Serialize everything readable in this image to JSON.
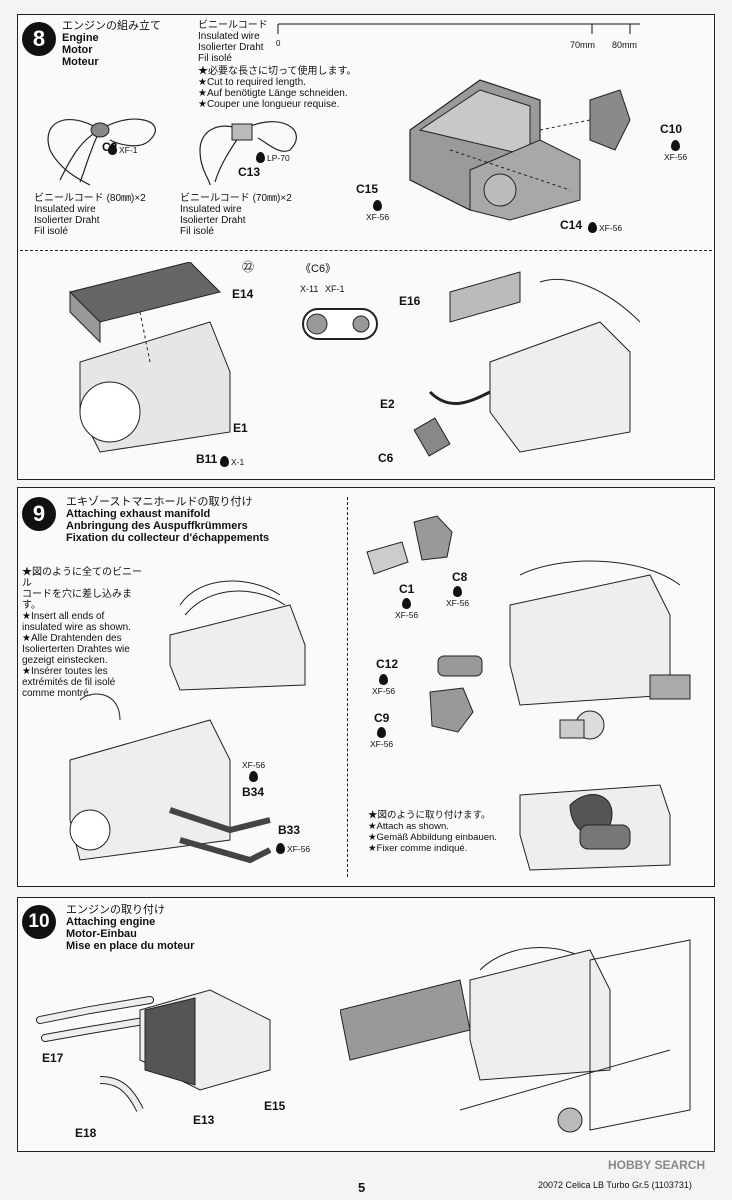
{
  "step8": {
    "number": "8",
    "title_jp": "エンジンの組み立て",
    "title_en": "Engine",
    "title_de": "Motor",
    "title_fr": "Moteur",
    "wire_title": [
      "ビニールコード",
      "Insulated wire",
      "Isolierter Draht",
      "Fil isolé"
    ],
    "ruler_zero": "0",
    "ruler_70": "70mm",
    "ruler_80": "80mm",
    "cut_notes": [
      "★必要な長さに切って使用します。",
      "★Cut to required length.",
      "★Auf benötigte Länge schneiden.",
      "★Couper une longueur requise."
    ],
    "c2": "C2",
    "c2_paint": "XF-1",
    "c13": "C13",
    "c13_paint": "LP-70",
    "wire80": [
      "ビニールコード (80㎜)×2",
      "Insulated wire",
      "Isolierter Draht",
      "Fil isolé"
    ],
    "wire70": [
      "ビニールコード (70㎜)×2",
      "Insulated wire",
      "Isolierter Draht",
      "Fil isolé"
    ],
    "c15": "C15",
    "c15_paint": "XF-56",
    "c10": "C10",
    "c10_paint": "XF-56",
    "c14": "C14",
    "c14_paint": "XF-56",
    "e14": "E14",
    "ref22": "㉒",
    "c6_title": "《C6》",
    "c6_p1": "X-11",
    "c6_p2": "XF-1",
    "e16": "E16",
    "e1": "E1",
    "e2": "E2",
    "c6": "C6",
    "b11": "B11",
    "b11_paint": "X-1"
  },
  "step9": {
    "number": "9",
    "title_jp": "エキゾーストマニホールドの取り付け",
    "title_en": "Attaching exhaust manifold",
    "title_de": "Anbringung des Auspuffkrümmers",
    "title_fr": "Fixation du collecteur d'échappements",
    "notes": [
      "★図のように全てのビニール",
      "コードを穴に差し込みます。",
      "★Insert all ends of",
      "insulated wire as shown.",
      "★Alle Drahtenden des",
      "Isolierterten Drahtes wie",
      "gezeigt einstecken.",
      "★Insérer toutes les",
      "extrémités de fil isolé",
      "comme montré."
    ],
    "b34": "B34",
    "b34_paint": "XF-56",
    "b33": "B33",
    "b33_paint": "XF-56",
    "c1": "C1",
    "c1_paint": "XF-56",
    "c8": "C8",
    "c8_paint": "XF-56",
    "c12": "C12",
    "c12_paint": "XF-56",
    "c9": "C9",
    "c9_paint": "XF-56",
    "attach_notes": [
      "★図のように取り付けます。",
      "★Attach as shown.",
      "★Gemäß Abbildung einbauen.",
      "★Fixer comme indiqué."
    ]
  },
  "step10": {
    "number": "10",
    "title_jp": "エンジンの取り付け",
    "title_en": "Attaching engine",
    "title_de": "Motor-Einbau",
    "title_fr": "Mise en place du moteur",
    "e17": "E17",
    "e13": "E13",
    "e15": "E15",
    "e18": "E18"
  },
  "footer": {
    "page": "5",
    "code": "20072 Celica LB Turbo Gr.5 (1103731)",
    "watermark": "HOBBY SEARCH"
  }
}
